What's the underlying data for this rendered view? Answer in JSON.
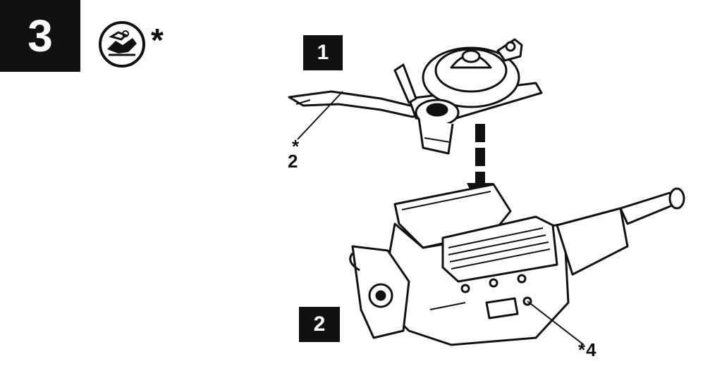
{
  "step": {
    "number": "3"
  },
  "header_icon": {
    "name": "wrench-in-circle-icon"
  },
  "header_marker": {
    "text": "*"
  },
  "panels": [
    {
      "label": "1"
    },
    {
      "label": "2"
    }
  ],
  "callouts": {
    "part_2_star": "*",
    "part_2_number": "2",
    "part_4": "*4"
  },
  "colors": {
    "ink": "#111111",
    "paper": "#ffffff"
  }
}
